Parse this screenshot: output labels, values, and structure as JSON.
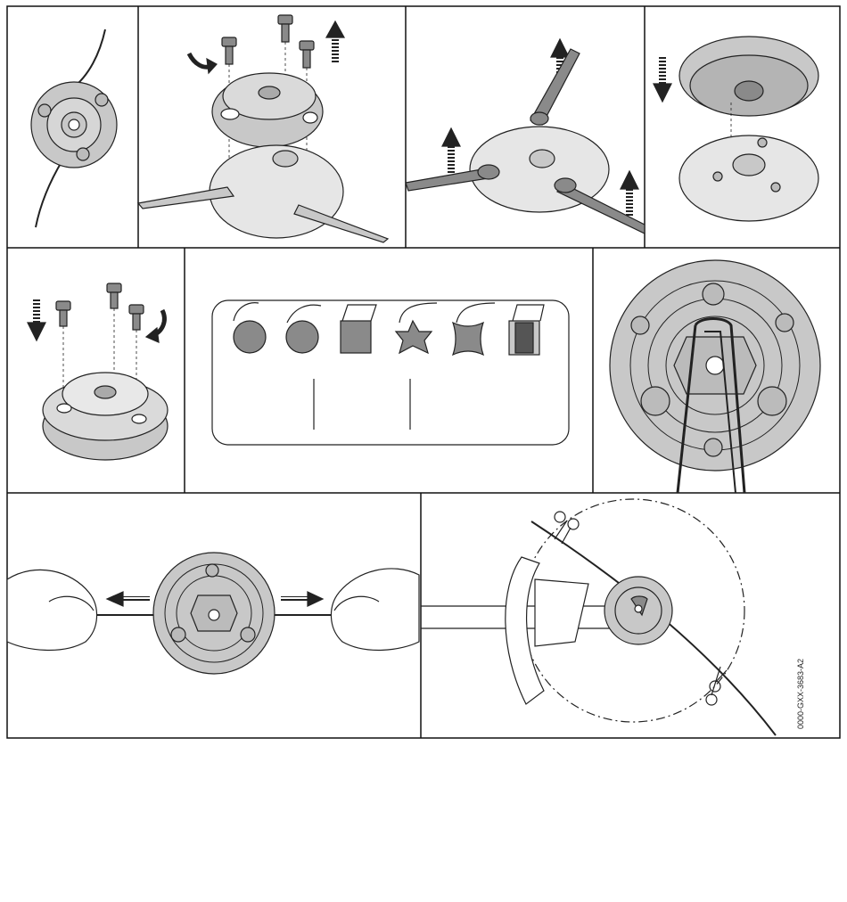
{
  "document": {
    "reference_code": "0000-GXX-3683-A2",
    "colors": {
      "line": "#222222",
      "metal_fill": "#c8c8c8",
      "dark_fill": "#8a8a8a",
      "panel_border": "#111111",
      "background": "#ffffff"
    },
    "panels": [
      {
        "id": "trimmer-head-with-line",
        "icon": "trimmer-head-icon"
      },
      {
        "id": "remove-screws-and-cover",
        "icon": "screw-removal-icon"
      },
      {
        "id": "remove-line-holders",
        "icon": "wrench-icon"
      },
      {
        "id": "fit-spool-cover",
        "icon": "spool-cover-icon"
      },
      {
        "id": "refit-screws",
        "icon": "screw-insert-icon"
      },
      {
        "id": "line-cross-sections",
        "icon": "line-profile-icon"
      },
      {
        "id": "thread-line-through-hub",
        "icon": "line-thread-icon"
      },
      {
        "id": "pull-line-ends",
        "icon": "hands-pull-icon"
      },
      {
        "id": "cut-line-to-length",
        "icon": "scissors-icon"
      }
    ],
    "line_profiles": [
      "round",
      "round-twisted",
      "square",
      "star",
      "concave-square",
      "square-dark-core"
    ]
  }
}
